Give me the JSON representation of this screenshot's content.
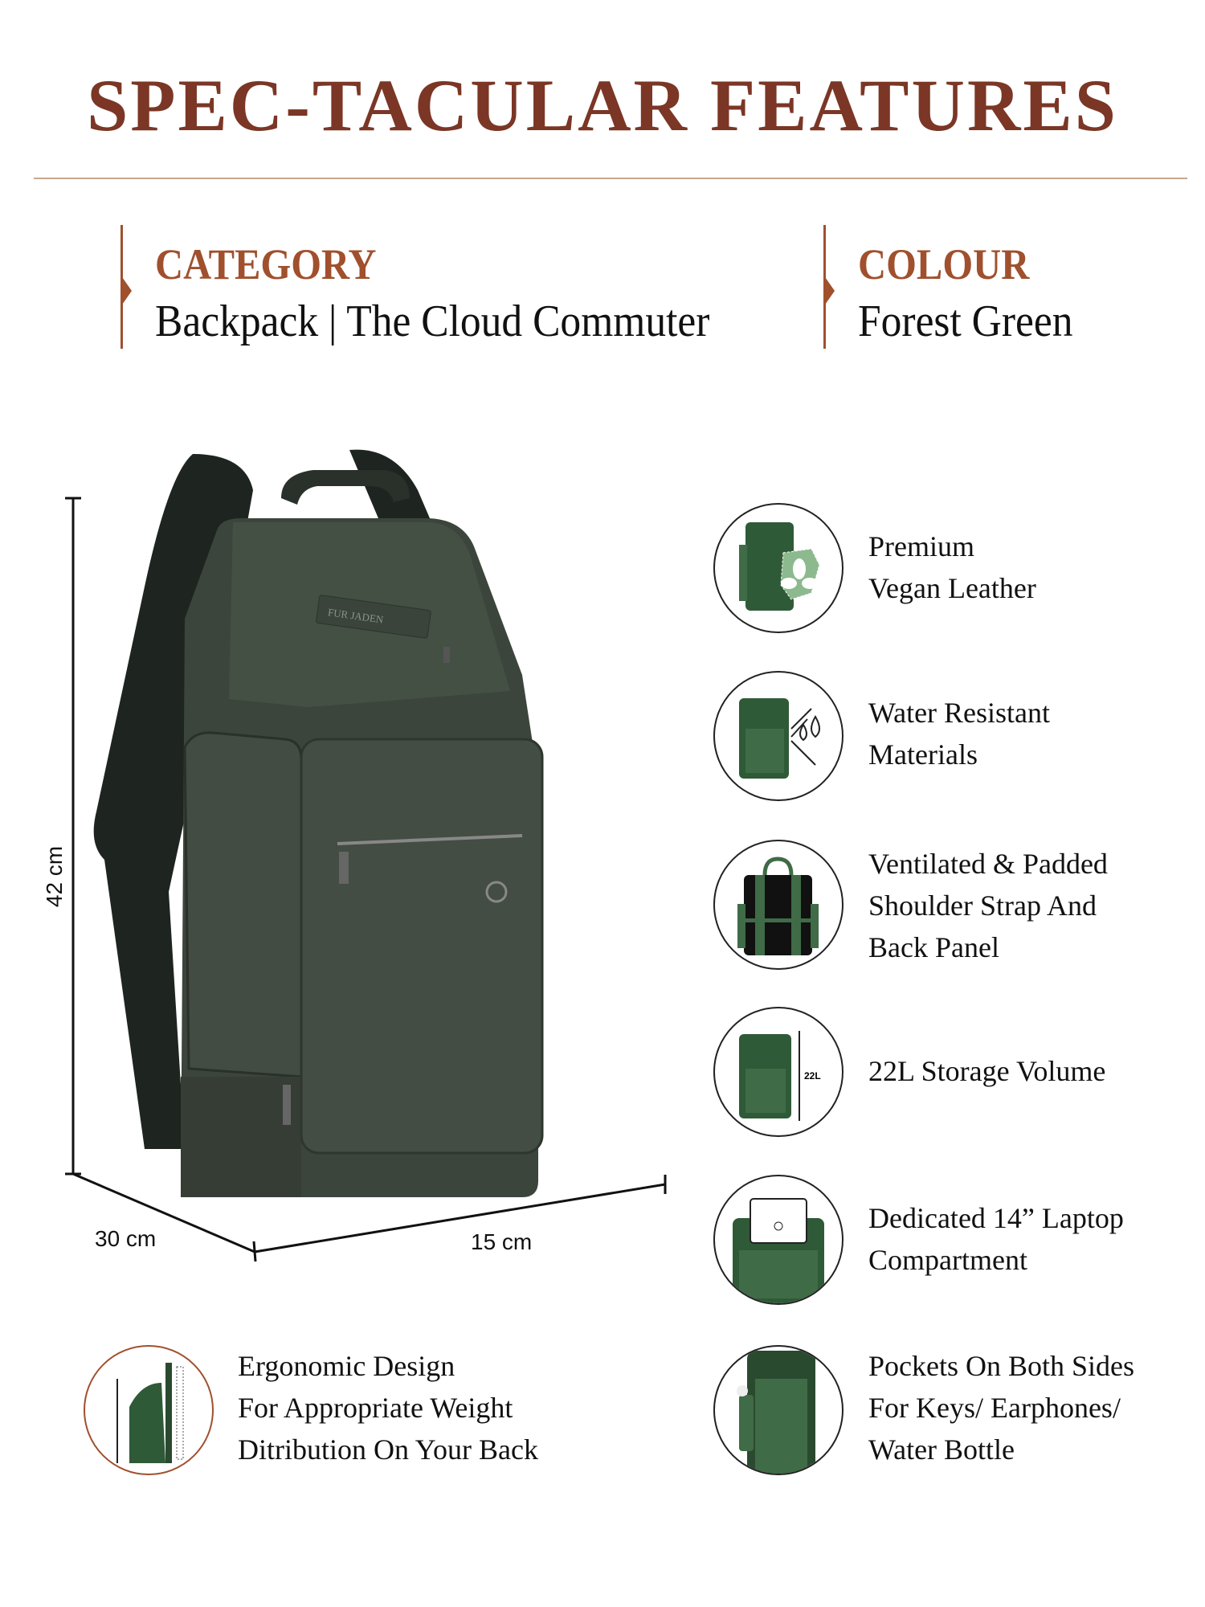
{
  "title": "SPEC-TACULAR FEATURES",
  "specs": {
    "category": {
      "label": "CATEGORY",
      "value": "Backpack | The Cloud Commuter"
    },
    "colour": {
      "label": "COLOUR",
      "value": "Forest Green"
    }
  },
  "product": {
    "brand_on_bag": "FUR JADEN",
    "dimensions": {
      "height": "42 cm",
      "depth": "30 cm",
      "width": "15 cm"
    }
  },
  "features": [
    {
      "icon": "vegan-leather-icon",
      "lines": [
        "Premium",
        "Vegan Leather"
      ]
    },
    {
      "icon": "water-resistant-icon",
      "lines": [
        "Water Resistant",
        "Materials"
      ]
    },
    {
      "icon": "padded-back-icon",
      "lines": [
        "Ventilated & Padded",
        "Shoulder Strap And",
        "Back Panel"
      ]
    },
    {
      "icon": "storage-volume-icon",
      "lines": [
        "22L Storage Volume"
      ],
      "badge": "22L"
    },
    {
      "icon": "laptop-compartment-icon",
      "lines": [
        "Dedicated 14” Laptop",
        "Compartment"
      ]
    },
    {
      "icon": "side-pockets-icon",
      "lines": [
        "Pockets On Both Sides",
        "For Keys/ Earphones/",
        "Water Bottle"
      ]
    },
    {
      "icon": "ergonomic-design-icon",
      "lines": [
        "Ergonomic Design",
        "For Appropriate Weight",
        "Ditribution On Your Back"
      ]
    }
  ],
  "colors": {
    "title": "#7b3625",
    "accent": "#a0502d",
    "rule": "#c8a78c",
    "bag": "#3f4a3f",
    "icon_green": "#2f5a37"
  }
}
